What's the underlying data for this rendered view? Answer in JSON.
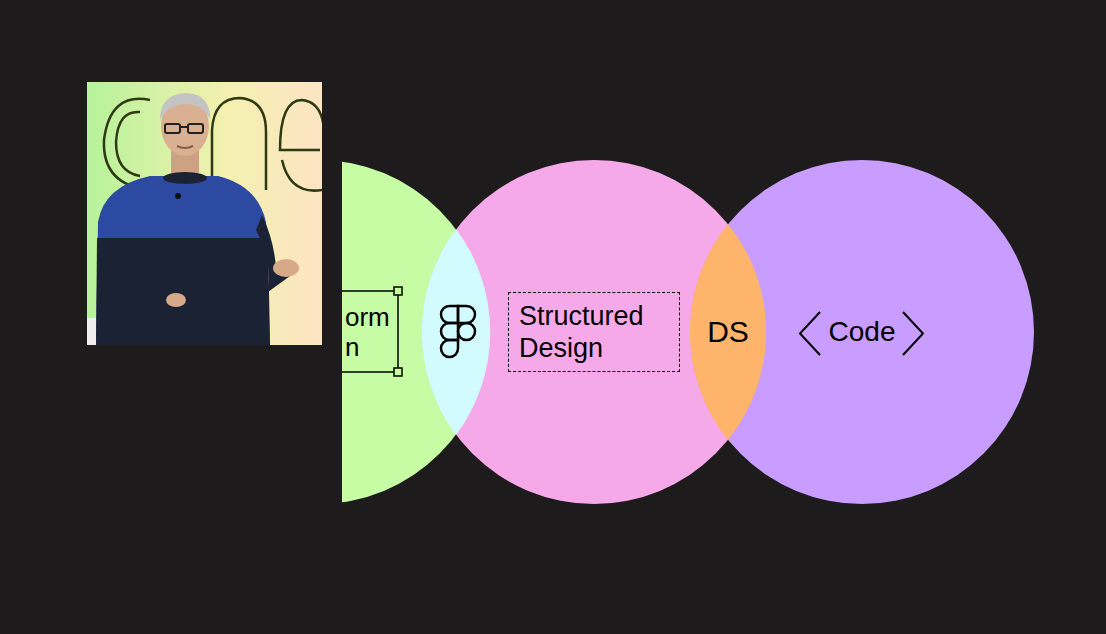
{
  "diagram": {
    "nodes": [
      {
        "text": [
          "orm n"
        ]
      },
      {
        "text": [
          "Structured Design"
        ]
      },
      {
        "text": [
          "DS"
        ]
      },
      {
        "text": [
          "Code"
        ]
      }
    ]
  }
}
